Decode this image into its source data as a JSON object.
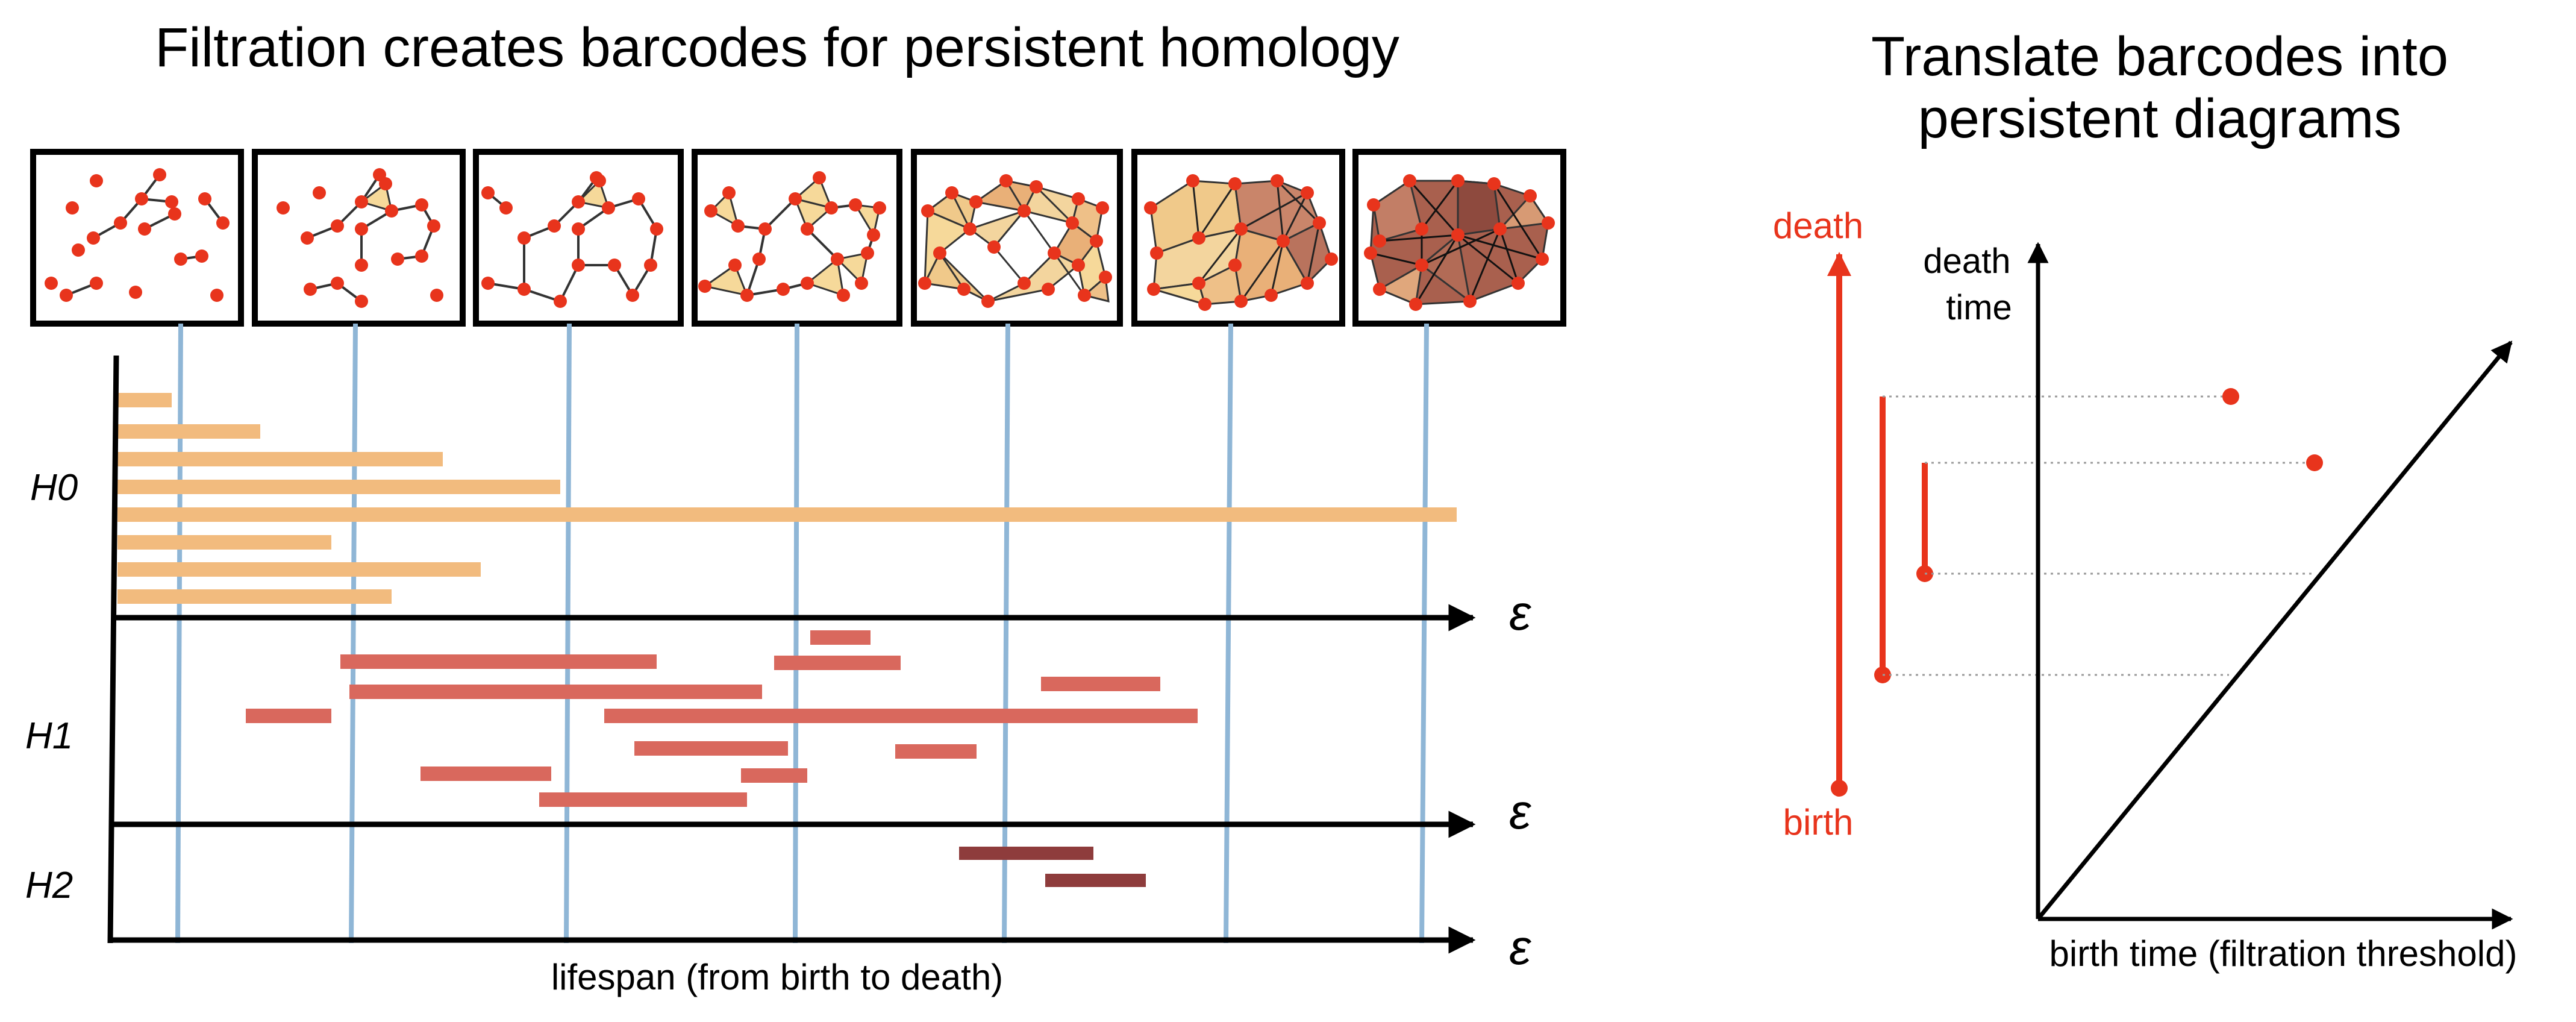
{
  "left_panel": {
    "title": "Filtration creates barcodes for persistent homology",
    "epsilon_symbol": "ε",
    "homology_labels": [
      "H0",
      "H1",
      "H2"
    ],
    "x_axis_label": "lifespan (from birth to death)",
    "filtration_stage_count": 7
  },
  "right_panel": {
    "title_line1": "Translate barcodes into",
    "title_line2": "persistent diagrams",
    "bar_death_label": "death",
    "bar_birth_label": "birth",
    "y_axis_label_line1": "death",
    "y_axis_label_line2": "time",
    "x_axis_label": "birth time (filtration threshold)"
  },
  "colors": {
    "h0_bar": "#f2bb7e",
    "h1_bar": "#d9685d",
    "h2_bar": "#8e3c3c",
    "accent_red": "#e8341c",
    "filtration_line": "#8fb6d6",
    "axis": "#000000"
  }
}
